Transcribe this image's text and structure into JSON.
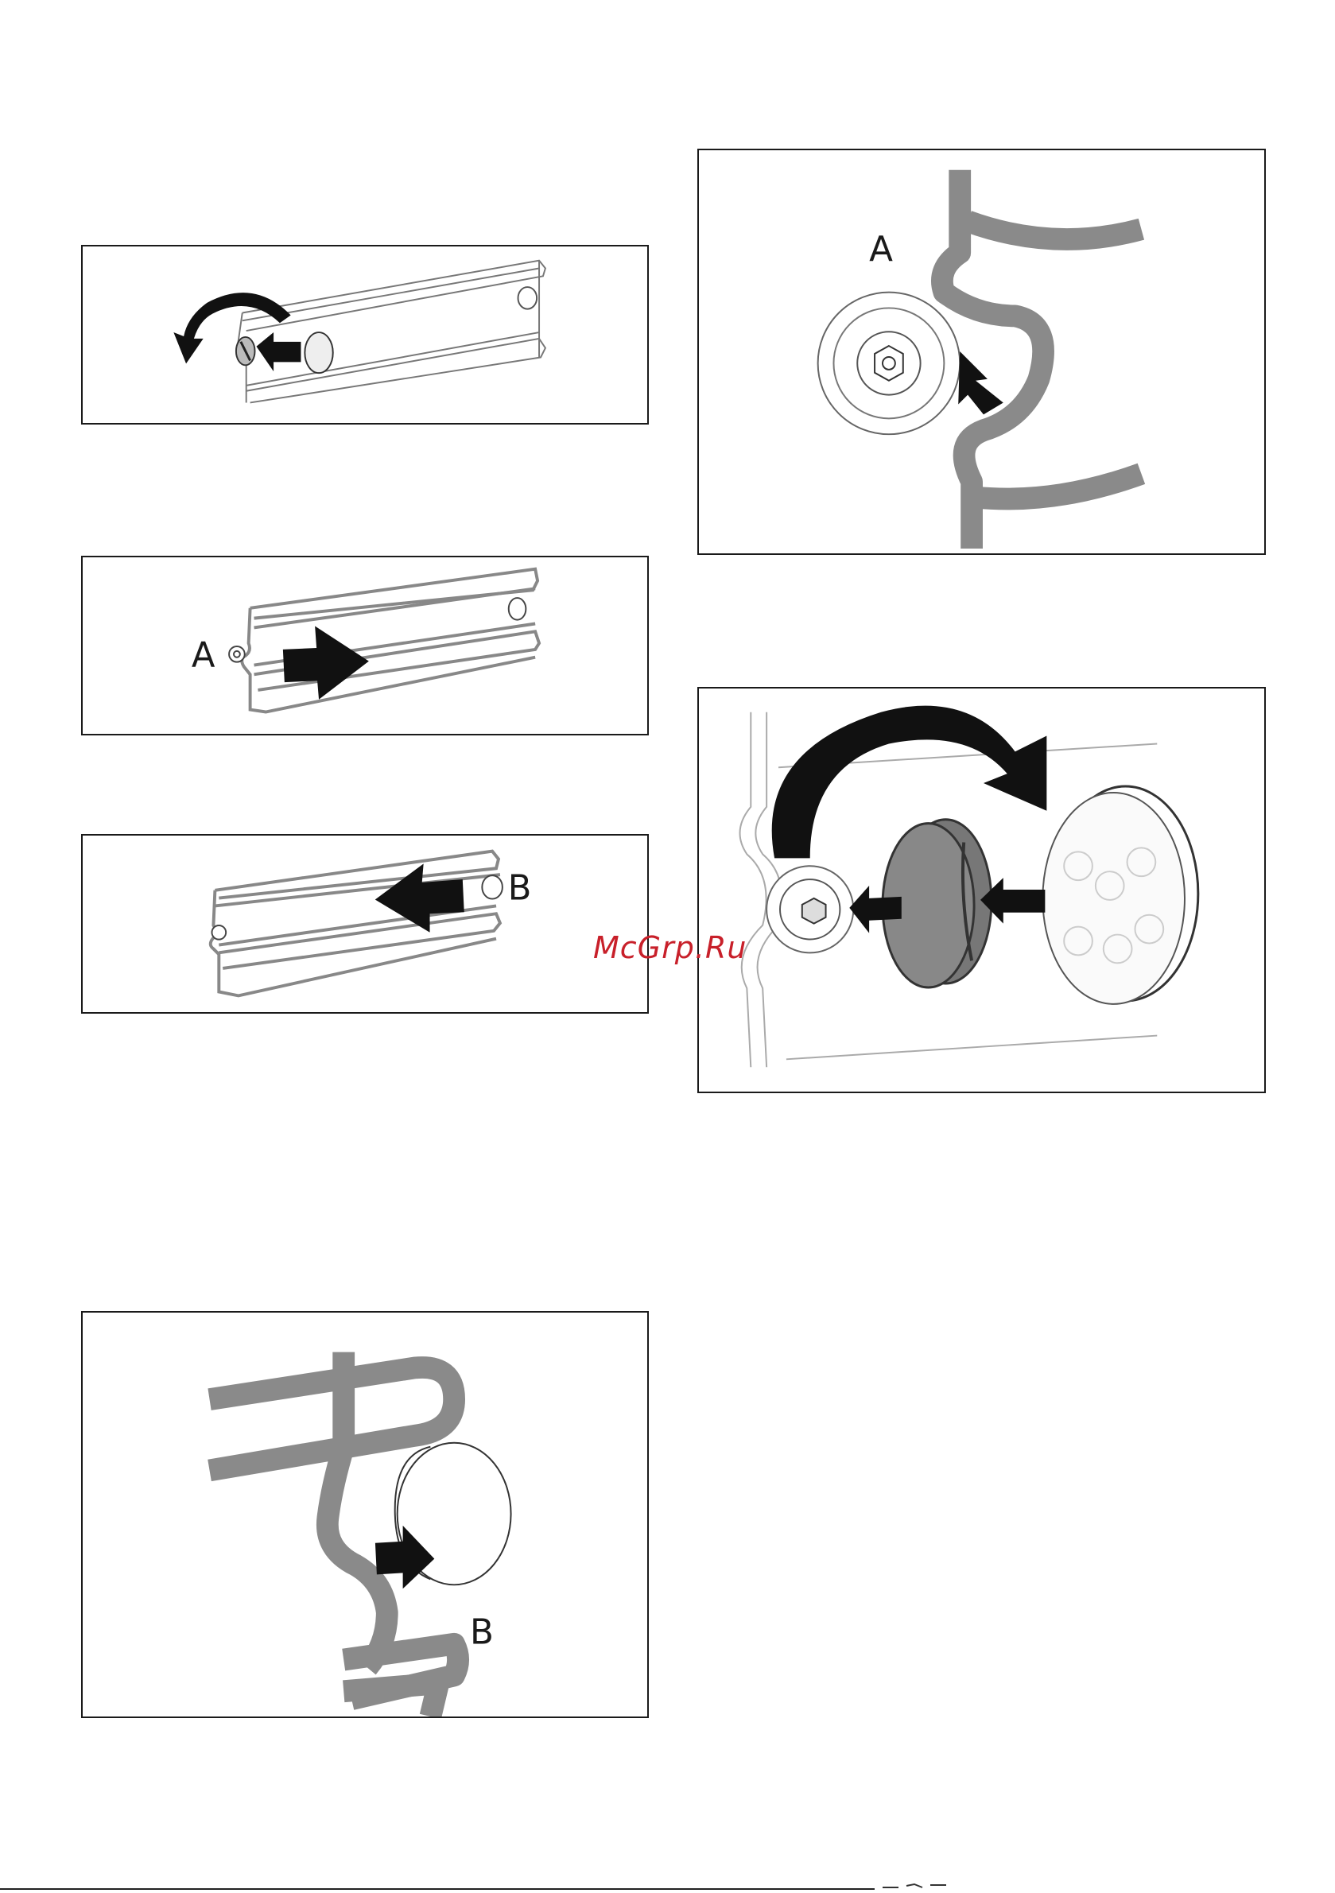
{
  "watermark": "McGrp.Ru",
  "figures": [
    {
      "id": "fig-1",
      "callout": ""
    },
    {
      "id": "fig-2",
      "callout": "A"
    },
    {
      "id": "fig-3",
      "callout": "B"
    },
    {
      "id": "fig-4",
      "callout": "B"
    },
    {
      "id": "fig-5",
      "callout": "A"
    },
    {
      "id": "fig-6",
      "callout": ""
    }
  ],
  "colors": {
    "frame": "#1a1a1a",
    "rail": "#8c8c8c",
    "arrow": "#111111",
    "watermark": "#c8202a"
  }
}
